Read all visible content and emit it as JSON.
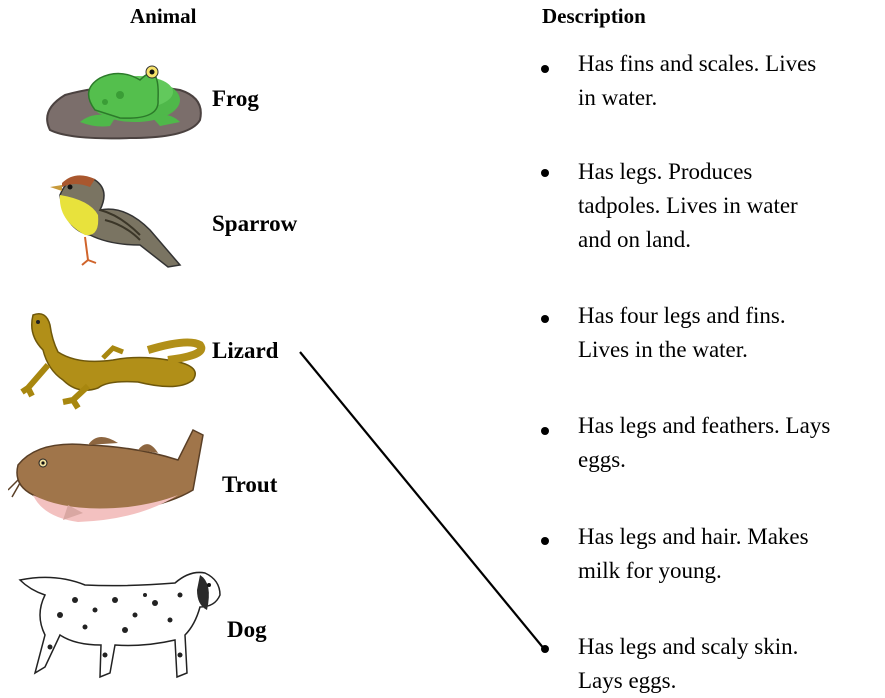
{
  "headers": {
    "animal": "Animal",
    "description": "Description"
  },
  "animals": [
    {
      "name": "Frog"
    },
    {
      "name": "Sparrow"
    },
    {
      "name": "Lizard"
    },
    {
      "name": "Trout"
    },
    {
      "name": "Dog"
    }
  ],
  "descriptions": [
    {
      "text": "Has fins and scales. Lives\nin water."
    },
    {
      "text": "Has legs. Produces\ntadpoles. Lives in water\nand on land."
    },
    {
      "text": "Has four legs and fins.\nLives in the water."
    },
    {
      "text": "Has legs and feathers. Lays\neggs."
    },
    {
      "text": "Has legs and hair. Makes\nmilk for young."
    },
    {
      "text": "Has legs and scaly skin.\nLays eggs."
    }
  ],
  "match_line": {
    "from": "Lizard",
    "to": "Has legs and scaly skin. Lays eggs."
  }
}
